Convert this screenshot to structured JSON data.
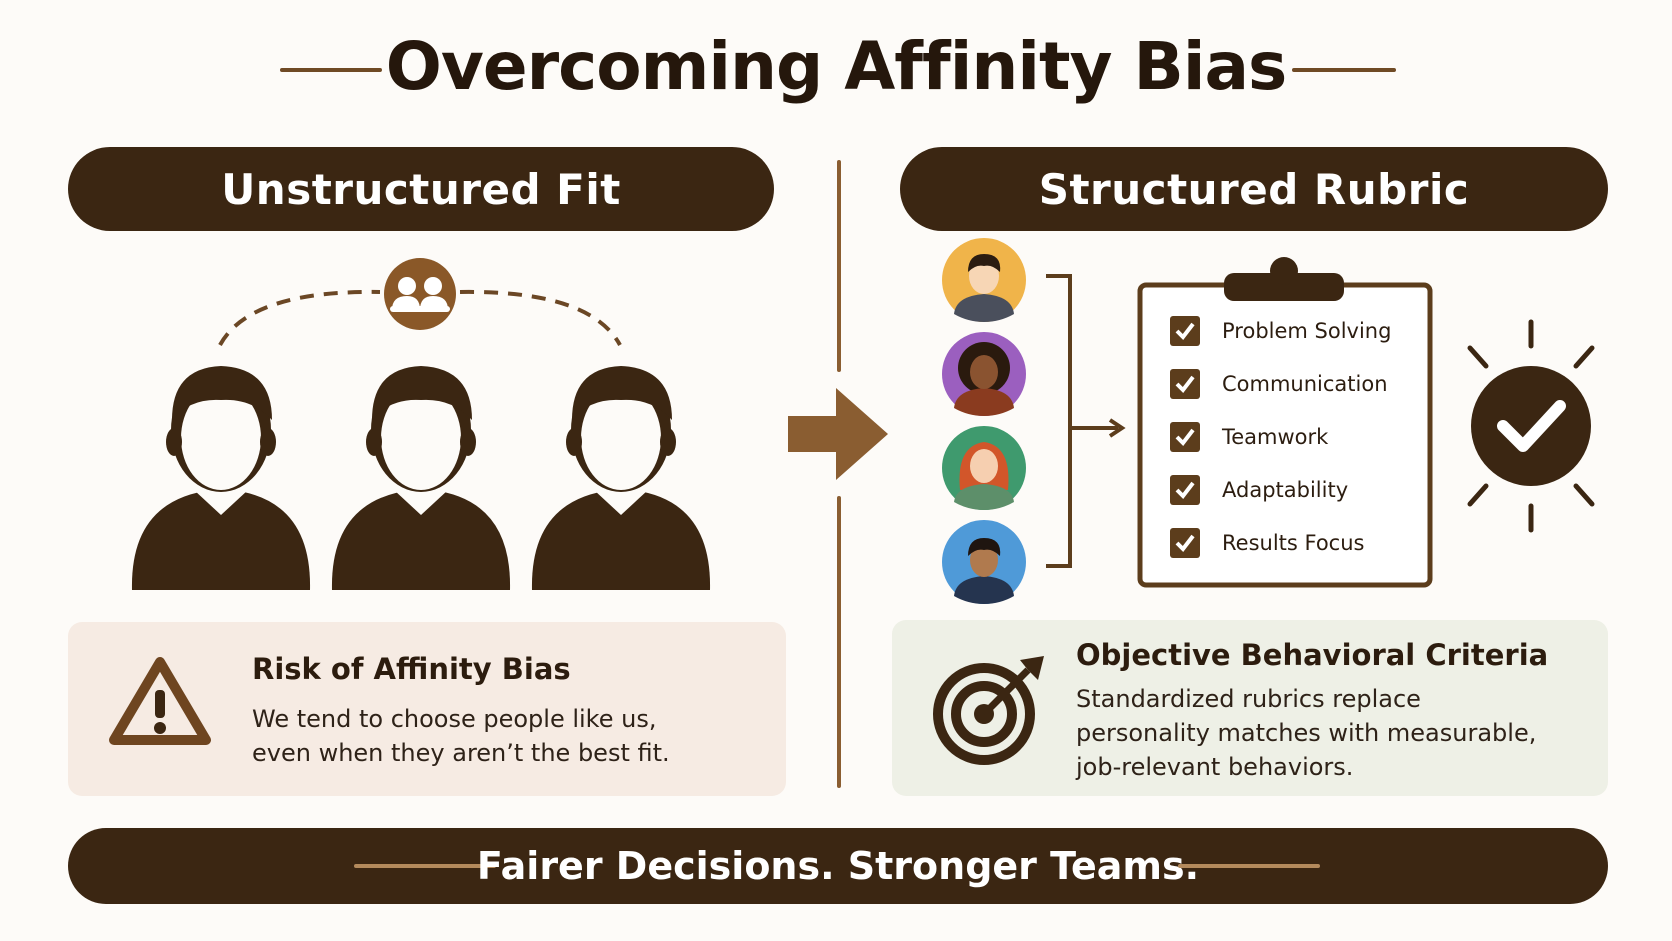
{
  "title": "Overcoming Affinity Bias",
  "left": {
    "header": "Unstructured Fit",
    "card": {
      "title": "Risk of Affinity Bias",
      "line1": "We tend to choose people like us,",
      "line2": "even when they aren’t the best fit."
    }
  },
  "right": {
    "header": "Structured Rubric",
    "checklist": [
      "Problem Solving",
      "Communication",
      "Teamwork",
      "Adaptability",
      "Results Focus"
    ],
    "card": {
      "title": "Objective Behavioral Criteria",
      "line1": "Standardized rubrics replace",
      "line2": "personality matches with measurable,",
      "line3": "job-relevant behaviors."
    }
  },
  "footer": "Fairer Decisions. Stronger Teams.",
  "colors": {
    "dark_brown": "#3b2612",
    "accent_brown": "#8a5d31",
    "avatar_1": "#f0b44a",
    "avatar_2": "#9b5fbf",
    "avatar_3": "#3f9a6e",
    "avatar_4": "#4f9ad8"
  },
  "icons": [
    "group-icon",
    "warning-icon",
    "target-icon",
    "checkmark-badge-icon",
    "clipboard-icon",
    "arrow-right-icon"
  ]
}
